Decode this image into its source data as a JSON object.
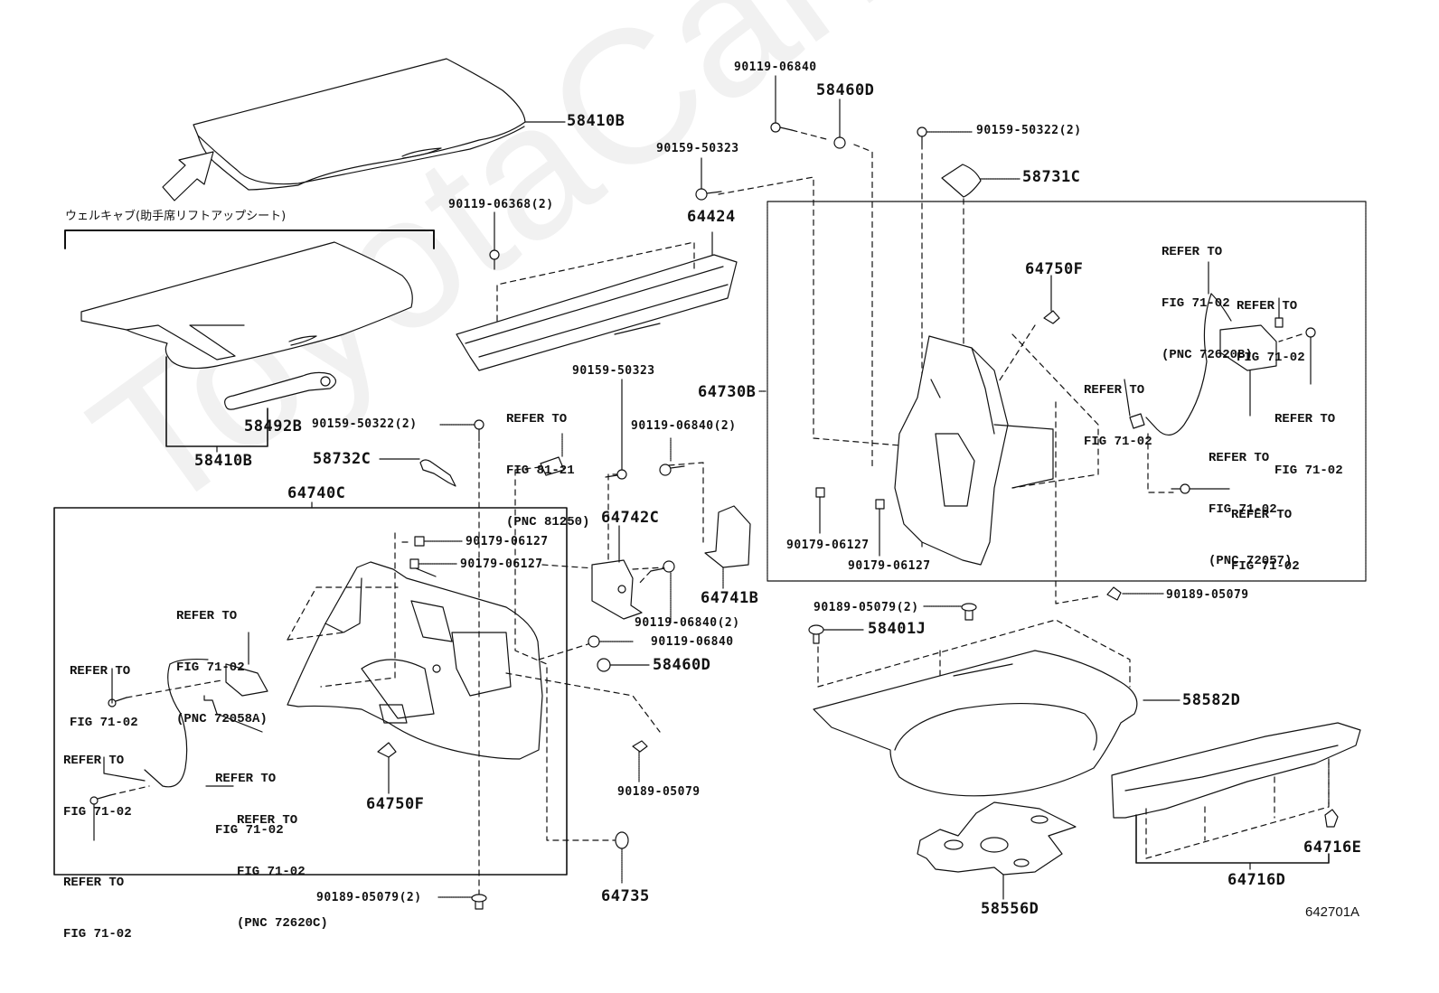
{
  "diagram": {
    "figure_id": "642701A",
    "watermark": "ToyotaCarMine.ru",
    "variant_caption": "ウェルキャブ(助手席リフトアップシート)",
    "line_color": "#111111",
    "background": "#ffffff"
  },
  "parts": {
    "p58410B_top": "58410B",
    "p58410B_bottom": "58410B",
    "p58492B": "58492B",
    "p58732C": "58732C",
    "p64740C": "64740C",
    "p90119_06368": "90119-06368(2)",
    "p90159_50323_top": "90159-50323",
    "p64424": "64424",
    "p90119_06840_top": "90119-06840",
    "p58460D_top": "58460D",
    "p90159_50322_top": "90159-50322(2)",
    "p58731C": "58731C",
    "p64750F_right": "64750F",
    "p64730B": "64730B",
    "p90159_50322_left": "90159-50322(2)",
    "p90159_50323_mid": "90159-50323",
    "p90119_06840_2": "90119-06840(2)",
    "p64742C": "64742C",
    "p64741B": "64741B",
    "p90179_06127_a": "90179-06127",
    "p90179_06127_b": "90179-06127",
    "p90119_06840_2b": "90119-06840(2)",
    "p90119_06840_mid": "90119-06840",
    "p58460D_mid": "58460D",
    "p90189_05079_mid": "90189-05079",
    "p64750F_left": "64750F",
    "p90189_05079_bottom": "90189-05079(2)",
    "p64735": "64735",
    "p90179_06127_c": "90179-06127",
    "p90179_06127_d": "90179-06127",
    "p90189_05079_right2": "90189-05079(2)",
    "p58401J": "58401J",
    "p90189_05079_right": "90189-05079",
    "p58582D": "58582D",
    "p58556D": "58556D",
    "p64716E": "64716E",
    "p64716D": "64716D"
  },
  "references": {
    "r_81_21": [
      "REFER TO",
      "FIG 81-21",
      "(PNC 81250)"
    ],
    "r_72620B": [
      "REFER TO",
      "FIG 71-02",
      "(PNC 72620B)"
    ],
    "r_right_a": [
      "REFER TO",
      "FIG 71-02"
    ],
    "r_right_b": [
      "REFER TO",
      "FIG 71-02"
    ],
    "r_right_c": [
      "REFER TO",
      "FIG 71-02"
    ],
    "r_72057": [
      "REFER TO",
      "FIG 71-02",
      "(PNC 72057)"
    ],
    "r_right_d": [
      "REFER TO",
      "FIG 71-02"
    ],
    "r_72058A": [
      "REFER TO",
      "FIG 71-02",
      "(PNC 72058A)"
    ],
    "r_left_a": [
      "REFER TO",
      "FIG 71-02"
    ],
    "r_left_b": [
      "REFER TO",
      "FIG 71-02"
    ],
    "r_left_c": [
      "REFER TO",
      "FIG 71-02"
    ],
    "r_72620C": [
      "REFER TO",
      "FIG 71-02",
      "(PNC 72620C)"
    ],
    "r_left_d": [
      "REFER TO",
      "FIG 71-02"
    ]
  }
}
